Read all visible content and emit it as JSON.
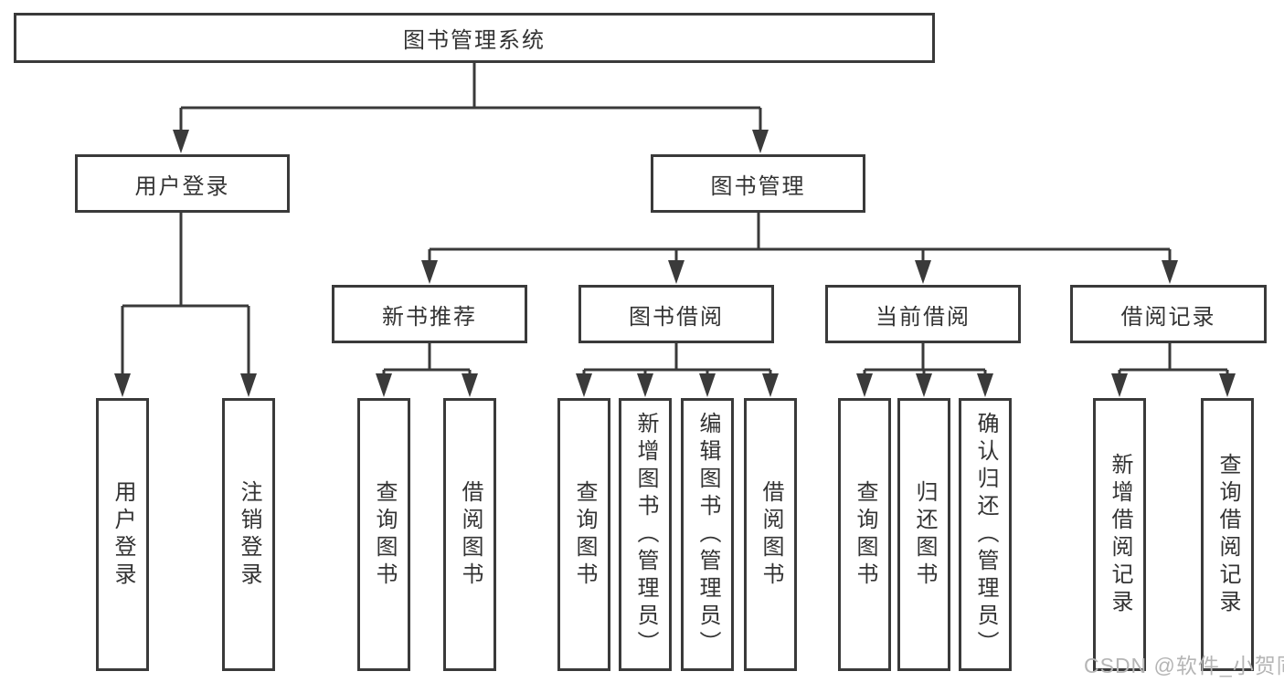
{
  "diagram_type": "hierarchy-tree",
  "colors": {
    "line": "#3a3a3a",
    "box_border": "#3a3a3a",
    "box_fill": "#ffffff",
    "text": "#333333",
    "watermark": "#b5b5b5",
    "background": "#ffffff"
  },
  "tree": {
    "label": "图书管理系统",
    "children": [
      {
        "label": "用户登录",
        "children": [
          {
            "label": "用户登录"
          },
          {
            "label": "注销登录"
          }
        ]
      },
      {
        "label": "图书管理",
        "children": [
          {
            "label": "新书推荐",
            "children": [
              {
                "label": "查询图书"
              },
              {
                "label": "借阅图书"
              }
            ]
          },
          {
            "label": "图书借阅",
            "children": [
              {
                "label": "查询图书"
              },
              {
                "label": "新增图书（管理员）"
              },
              {
                "label": "编辑图书（管理员）"
              },
              {
                "label": "借阅图书"
              }
            ]
          },
          {
            "label": "当前借阅",
            "children": [
              {
                "label": "查询图书"
              },
              {
                "label": "归还图书"
              },
              {
                "label": "确认归还（管理员）"
              }
            ]
          },
          {
            "label": "借阅记录",
            "children": [
              {
                "label": "新增借阅记录"
              },
              {
                "label": "查询借阅记录"
              }
            ]
          }
        ]
      }
    ]
  },
  "watermark": {
    "text": "CSDN @软件_小贺同学"
  }
}
